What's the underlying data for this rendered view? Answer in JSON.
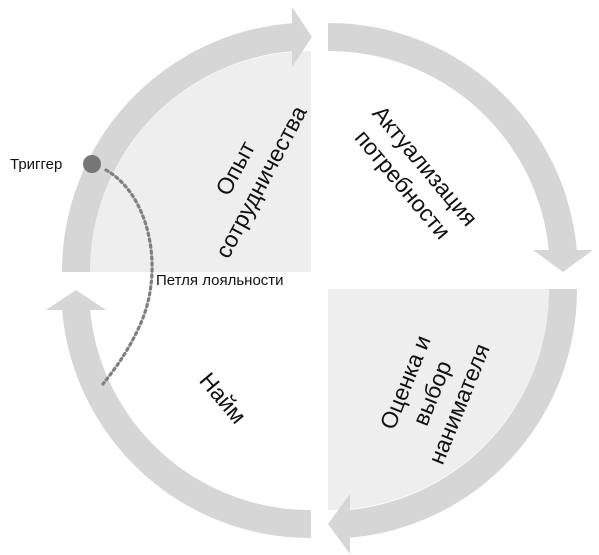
{
  "diagram": {
    "quadrants": {
      "top_left": "Опыт\nсотрудничества",
      "top_right": "Актуализация\nпотребности",
      "bottom_right": "Оценка и\nвыбор\nнанимателя",
      "bottom_left": "Найм"
    },
    "trigger_label": "Триггер",
    "loop_label": "Петля лояльности",
    "colors": {
      "arc": "#d6d6d6",
      "quadrant_fill": "#eeeeee",
      "trigger_dot": "#767676",
      "loop_line": "#808080",
      "text": "#111111"
    }
  }
}
